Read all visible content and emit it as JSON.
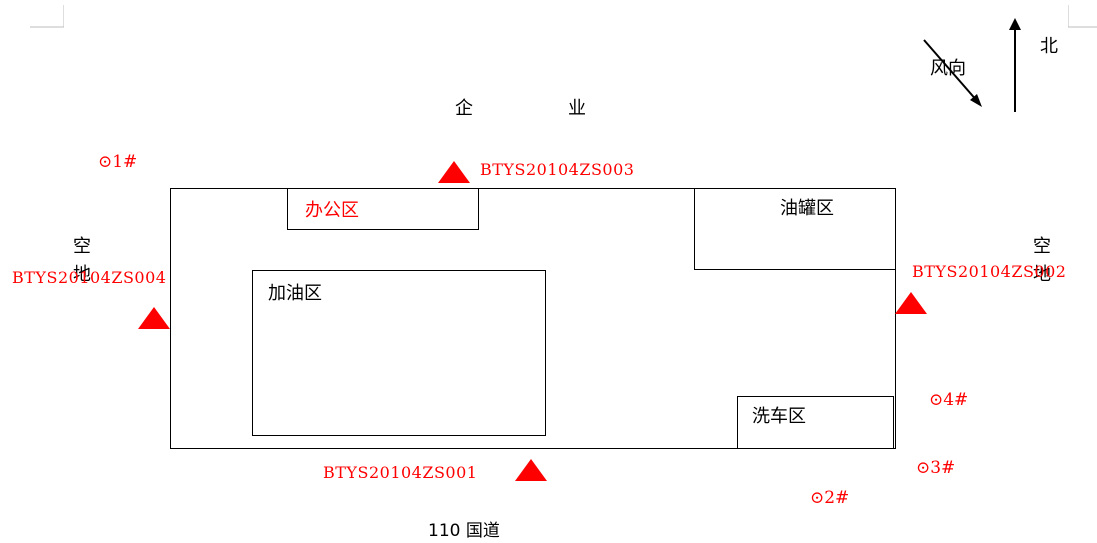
{
  "labels": {
    "enterprise_1": "企",
    "enterprise_2": "业",
    "wind_direction": "风向",
    "north": "北",
    "office_area": "办公区",
    "tank_area": "油罐区",
    "fueling_area": "加油区",
    "car_wash_area": "洗车区",
    "road": "110 国道",
    "vacant_left_1": "空",
    "vacant_left_2": "地",
    "vacant_right_1": "空",
    "vacant_right_2": "地"
  },
  "sampling_points": {
    "top": "BTYS20104ZS003",
    "left": "BTYS20104ZS004",
    "right": "BTYS20104ZS002",
    "bottom": "BTYS20104ZS001"
  },
  "monitoring_points": {
    "p1": "⊙1#",
    "p2": "⊙2#",
    "p3": "⊙3#",
    "p4": "⊙4#"
  },
  "colors": {
    "marker": "#ff0000",
    "line": "#000000"
  }
}
